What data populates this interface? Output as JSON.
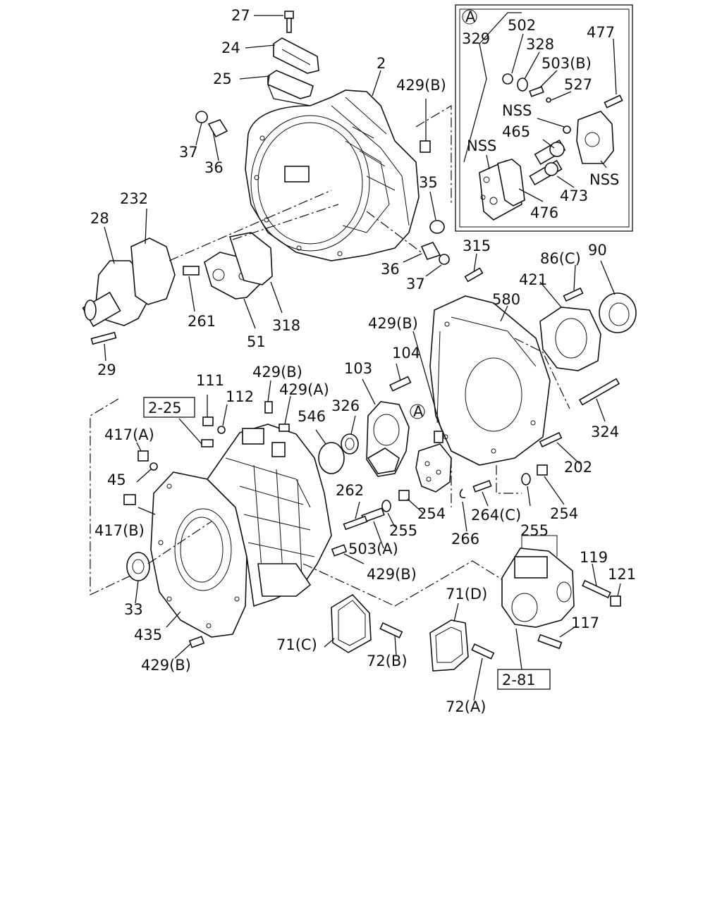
{
  "labels": {
    "l27": "27",
    "l24": "24",
    "l25": "25",
    "l2": "2",
    "l429b_1": "429(B)",
    "l37_1": "37",
    "l36_1": "36",
    "l35": "35",
    "l232": "232",
    "l28": "28",
    "l36_2": "36",
    "l37_2": "37",
    "l261": "261",
    "l318": "318",
    "l51": "51",
    "l29": "29",
    "l315": "315",
    "l86c": "86(C)",
    "l90": "90",
    "l421": "421",
    "l580": "580",
    "l429b_2": "429(B)",
    "l104": "104",
    "l103": "103",
    "l429b_3": "429(B)",
    "l111": "111",
    "l112": "112",
    "l429a_1": "429(A)",
    "l326": "326",
    "l546": "546",
    "l417a": "417(A)",
    "l45": "45",
    "l417b": "417(B)",
    "l33": "33",
    "l435": "435",
    "l429b_4": "429(B)",
    "l262": "262",
    "l503a": "503(A)",
    "l255_1": "255",
    "l254_1": "254",
    "l264c": "264(C)",
    "l266": "266",
    "l255_2": "255",
    "l254_2": "254",
    "l202": "202",
    "l324": "324",
    "l429b_5": "429(B)",
    "l119": "119",
    "l121": "121",
    "l117": "117",
    "l71d": "71(D)",
    "l71c": "71(C)",
    "l72b": "72(B)",
    "l72a": "72(A)",
    "l502": "502",
    "l328": "328",
    "l503b": "503(B)",
    "l527": "527",
    "l477": "477",
    "l329": "329",
    "lnss1": "NSS",
    "lnss2": "NSS",
    "lnss3": "NSS",
    "l465": "465",
    "l473": "473",
    "l476": "476"
  },
  "refs": {
    "ref_2_25": "2-25",
    "ref_2_81": "2-81",
    "callout_a_inset": "A",
    "callout_a_body": "A"
  }
}
